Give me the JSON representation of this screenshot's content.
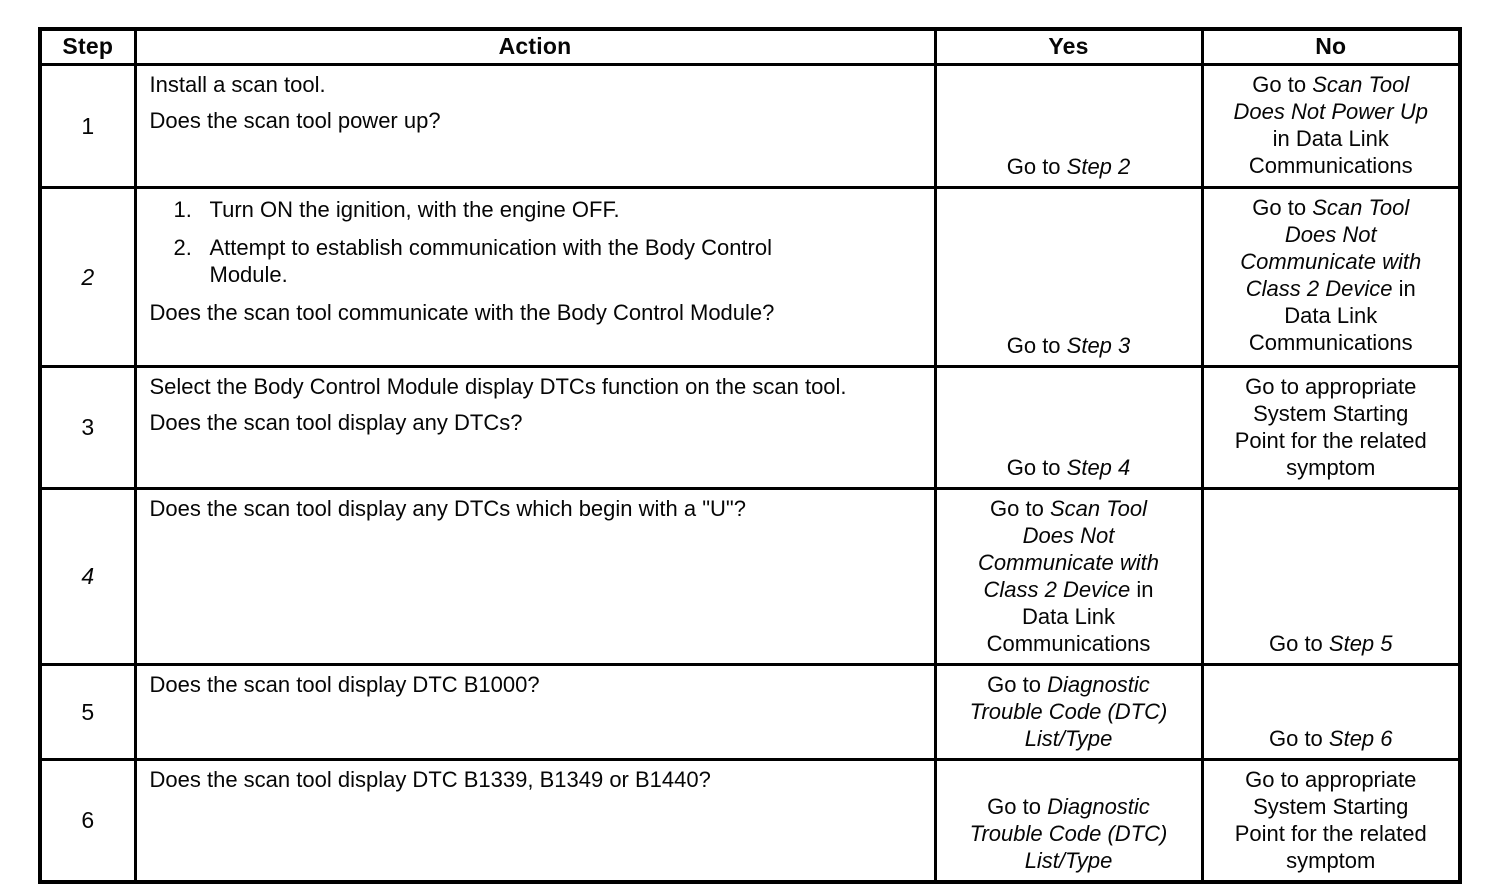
{
  "header": {
    "step": "Step",
    "action": "Action",
    "yes": "Yes",
    "no": "No"
  },
  "rows": [
    {
      "step": "1",
      "action": {
        "p1": "Install a scan tool.",
        "p2": "Does the scan tool power up?"
      },
      "yes": {
        "pre": "Go to ",
        "link": "Step 2"
      },
      "no": {
        "pre": "Go to ",
        "link": "Scan Tool Does Not Power Up",
        "post": " in Data Link Communications"
      }
    },
    {
      "step": "2",
      "action": {
        "items": [
          {
            "num": "1.",
            "text": "Turn ON the ignition, with the engine OFF."
          },
          {
            "num": "2.",
            "text": "Attempt to establish communication with the Body Control Module."
          }
        ],
        "p2": "Does the scan tool communicate with the Body Control Module?"
      },
      "yes": {
        "pre": "Go to ",
        "link": "Step 3"
      },
      "no": {
        "pre": "Go to ",
        "link": "Scan Tool Does Not Communicate with Class 2 Device",
        "post": " in Data Link Communications"
      }
    },
    {
      "step": "3",
      "action": {
        "p1": "Select the Body Control Module display DTCs function on the scan tool.",
        "p2": "Does the scan tool display any DTCs?"
      },
      "yes": {
        "pre": "Go to ",
        "link": "Step 4"
      },
      "no": {
        "text": "Go to appropriate System Starting Point for the related symptom"
      }
    },
    {
      "step": "4",
      "action": {
        "p1": "Does the scan tool display any DTCs which begin with a \"U\"?"
      },
      "yes": {
        "pre": "Go to ",
        "link": "Scan Tool Does Not Communicate with Class 2 Device",
        "post": " in Data Link Communications"
      },
      "no": {
        "pre": "Go to ",
        "link": "Step 5"
      }
    },
    {
      "step": "5",
      "action": {
        "p1": "Does the scan tool display DTC B1000?"
      },
      "yes": {
        "pre": "Go to ",
        "link": "Diagnostic Trouble Code (DTC) List/Type"
      },
      "no": {
        "pre": "Go to ",
        "link": "Step 6"
      }
    },
    {
      "step": "6",
      "action": {
        "p1": "Does the scan tool display DTC B1339, B1349 or B1440?"
      },
      "yes": {
        "pre": "Go to ",
        "link": "Diagnostic Trouble Code (DTC) List/Type"
      },
      "no": {
        "text": "Go to appropriate System Starting Point for the related symptom"
      }
    }
  ]
}
